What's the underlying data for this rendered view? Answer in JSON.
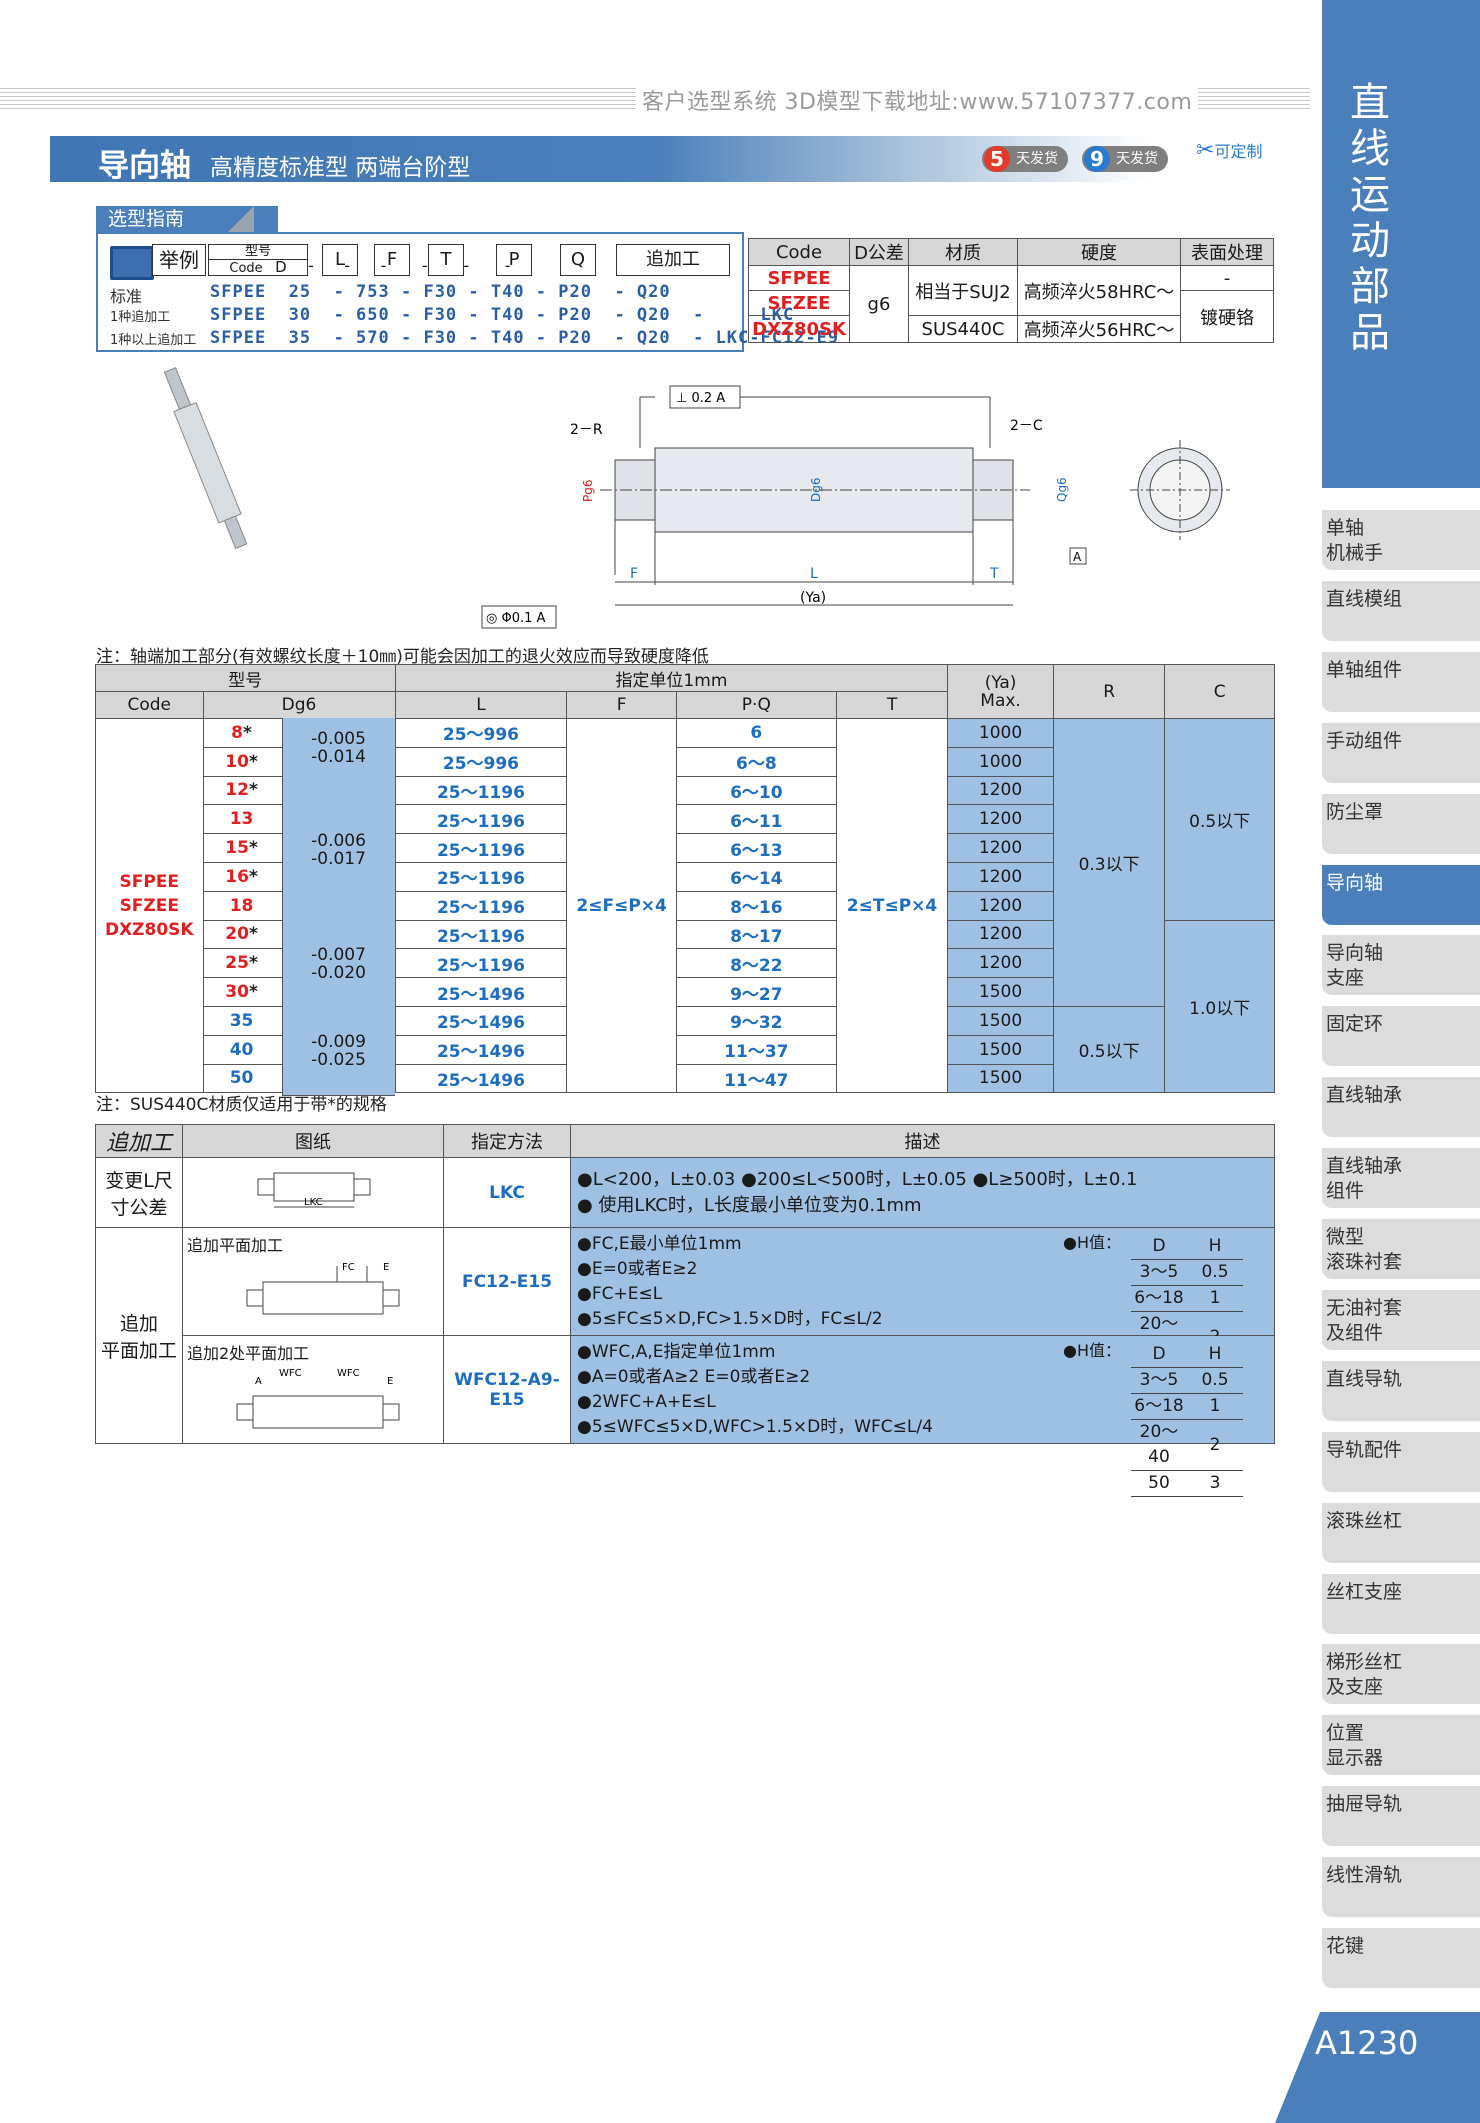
{
  "header": {
    "site_text": "客户选型系统  3D模型下载地址:www.57107377.com",
    "title_main": "导向轴",
    "title_sub": "高精度标准型  两端台阶型",
    "badges": [
      {
        "num": "5",
        "label": "天发货",
        "color": "#e23b2a"
      },
      {
        "num": "9",
        "label": "天发货",
        "color": "#2a7bd0"
      },
      {
        "num": "",
        "label": "可定制",
        "color": "#2a7bd0"
      }
    ]
  },
  "sidebar": {
    "title": "直线运动部品",
    "items": [
      "单轴\n机械手",
      "直线模组",
      "单轴组件",
      "手动组件",
      "防尘罩",
      "导向轴",
      "导向轴\n支座",
      "固定环",
      "直线轴承",
      "直线轴承\n组件",
      "微型\n滚珠衬套",
      "无油衬套\n及组件",
      "直线导轨",
      "导轨配件",
      "滚珠丝杠",
      "丝杠支座",
      "梯形丝杠\n及支座",
      "位置\n显示器",
      "抽屉导轨",
      "线性滑轨",
      "花键"
    ],
    "active_index": 5,
    "page_number": "A1230"
  },
  "guide": {
    "tab_label": "选型指南",
    "example_label": "举例",
    "model_label": "型号",
    "code_label": "Code",
    "fields": [
      "D",
      "L",
      "F",
      "T",
      "P",
      "Q",
      "追加工"
    ],
    "rows": [
      {
        "label": "标准",
        "values": "SFPEE  25  - 753 - F30 - T40 - P20  - Q20"
      },
      {
        "label": "1种追加工",
        "values": "SFPEE  30  - 650 - F30 - T40 - P20  - Q20  -     LKC"
      },
      {
        "label": "1种以上追加工",
        "values": "SFPEE  35  - 570 - F30 - T40 - P20  - Q20  - LKC-FC12-E9"
      }
    ]
  },
  "spec_table": {
    "headers": [
      "Code",
      "D公差",
      "材质",
      "硬度",
      "表面处理"
    ],
    "codes": [
      "SFPEE",
      "SFZEE",
      "DXZ80SK"
    ],
    "tolerance": "g6",
    "materials": [
      "相当于SUJ2",
      "SUS440C"
    ],
    "hardness": [
      "高频淬火58HRC～",
      "高频淬火56HRC～"
    ],
    "surface": [
      "-",
      "镀硬铬"
    ]
  },
  "drawing": {
    "perp_tol": "0.2",
    "perp_ref": "A",
    "conc_tol": "Φ0.1",
    "conc_ref": "A",
    "labels": [
      "2－R",
      "2－C",
      "Pg6",
      "Dg6",
      "Qg6",
      "F",
      "L",
      "T",
      "(Ya)",
      "A"
    ]
  },
  "note1": "注：轴端加工部分(有效螺纹长度＋10㎜)可能会因加工的退火效应而导致硬度降低",
  "main_table": {
    "group_headers": {
      "model": "型号",
      "unit": "指定单位1mm",
      "ya": "(Ya)\nMax.",
      "r": "R",
      "c": "C"
    },
    "sub_headers": [
      "Code",
      "Dg6",
      "L",
      "F",
      "P·Q",
      "T"
    ],
    "codes": [
      "SFPEE",
      "SFZEE",
      "DXZ80SK"
    ],
    "rows": [
      {
        "d": "8",
        "star": "*",
        "red": true,
        "l": "25～996",
        "pq": "6",
        "ya": "1000"
      },
      {
        "d": "10",
        "star": "*",
        "red": true,
        "l": "25～996",
        "pq": "6～8",
        "ya": "1000"
      },
      {
        "d": "12",
        "star": "*",
        "red": true,
        "l": "25～1196",
        "pq": "6～10",
        "ya": "1200"
      },
      {
        "d": "13",
        "star": "",
        "red": true,
        "l": "25～1196",
        "pq": "6～11",
        "ya": "1200"
      },
      {
        "d": "15",
        "star": "*",
        "red": true,
        "l": "25～1196",
        "pq": "6～13",
        "ya": "1200"
      },
      {
        "d": "16",
        "star": "*",
        "red": true,
        "l": "25～1196",
        "pq": "6～14",
        "ya": "1200"
      },
      {
        "d": "18",
        "star": "",
        "red": true,
        "l": "25～1196",
        "pq": "8～16",
        "ya": "1200"
      },
      {
        "d": "20",
        "star": "*",
        "red": true,
        "l": "25～1196",
        "pq": "8～17",
        "ya": "1200"
      },
      {
        "d": "25",
        "star": "*",
        "red": true,
        "l": "25～1196",
        "pq": "8～22",
        "ya": "1200"
      },
      {
        "d": "30",
        "star": "*",
        "red": true,
        "l": "25～1496",
        "pq": "9～27",
        "ya": "1500"
      },
      {
        "d": "35",
        "star": "",
        "red": false,
        "l": "25～1496",
        "pq": "9～32",
        "ya": "1500"
      },
      {
        "d": "40",
        "star": "",
        "red": false,
        "l": "25～1496",
        "pq": "11～37",
        "ya": "1500"
      },
      {
        "d": "50",
        "star": "",
        "red": false,
        "l": "25～1496",
        "pq": "11～47",
        "ya": "1500"
      }
    ],
    "tolerances": [
      "-0.005\n-0.014",
      "-0.006\n-0.017",
      "-0.007\n-0.020",
      "-0.009\n-0.025"
    ],
    "f_rule": "2≤F≤P×4",
    "t_rule": "2≤T≤P×4",
    "r_values": [
      "0.3以下",
      "0.5以下"
    ],
    "c_values": [
      "0.5以下",
      "1.0以下"
    ]
  },
  "note2": "注：SUS440C材质仅适用于带*的规格",
  "add_table": {
    "headers": [
      "追加工",
      "图纸",
      "指定方法",
      "描述"
    ],
    "rows": [
      {
        "name": "变更L尺\n寸公差",
        "sub": "",
        "code": "LKC",
        "desc": [
          "●L<200，L±0.03  ●200≤L<500时，L±0.05  ●L≥500时，L±0.1",
          "● 使用LKC时，L长度最小单位变为0.1mm"
        ]
      },
      {
        "name": "追加\n平面加工",
        "sub": "追加平面加工",
        "code": "FC12-E15",
        "desc": [
          "●FC,E最小单位1mm",
          "●E=0或者E≥2",
          "●FC+E≤L",
          "●5≤FC≤5×D,FC>1.5×D时，FC≤L/2"
        ]
      },
      {
        "name": "",
        "sub": "追加2处平面加工",
        "code": "WFC12-A9-E15",
        "desc": [
          "●WFC,A,E指定单位1mm",
          "●A=0或者A≥2  E=0或者E≥2",
          "●2WFC+A+E≤L",
          "●5≤WFC≤5×D,WFC>1.5×D时，WFC≤L/4"
        ]
      }
    ],
    "h_label": "●H值：",
    "h_table": {
      "cols": [
        "D",
        "H"
      ],
      "rows": [
        [
          "3～5",
          "0.5"
        ],
        [
          "6～18",
          "1"
        ],
        [
          "20～40",
          "2"
        ],
        [
          "50",
          "3"
        ]
      ]
    }
  }
}
